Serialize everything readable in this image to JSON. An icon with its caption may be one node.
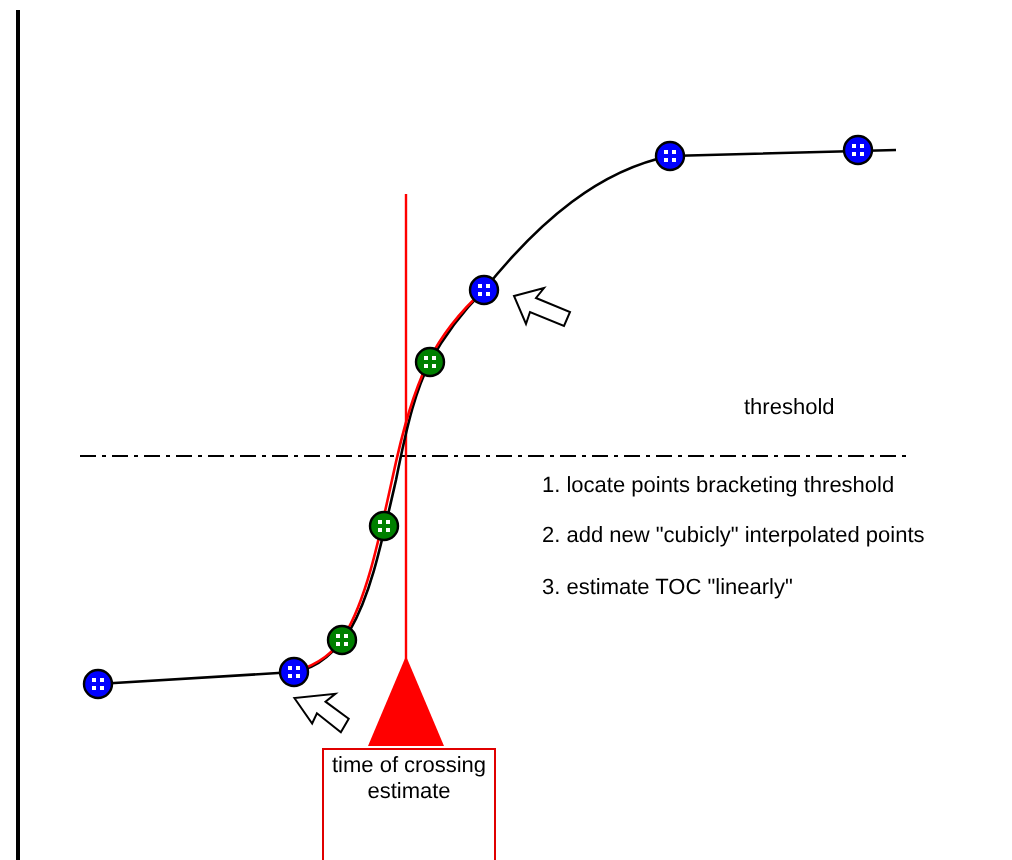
{
  "diagram": {
    "nodes": [
      {
        "text": [
          "time of crossing estimate"
        ]
      }
    ],
    "edges": [],
    "labels": [
      "threshold",
      "1. locate points bracketing threshold",
      "2. add new \"cubicly\" interpolated points",
      "3. estimate TOC \"linearly\""
    ]
  }
}
